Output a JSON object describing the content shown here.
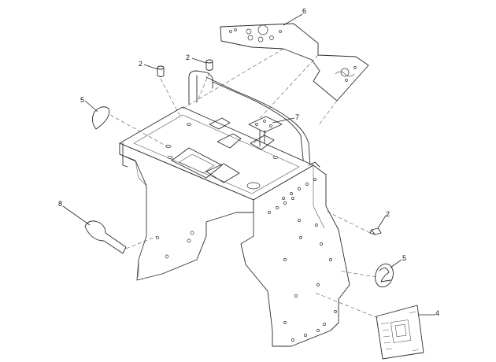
{
  "callouts": {
    "c6": "6",
    "c2a": "2",
    "c2b": "2",
    "c5a": "5",
    "c7": "7",
    "c8": "8",
    "c2c": "2",
    "c5b": "5",
    "c4": "4"
  }
}
